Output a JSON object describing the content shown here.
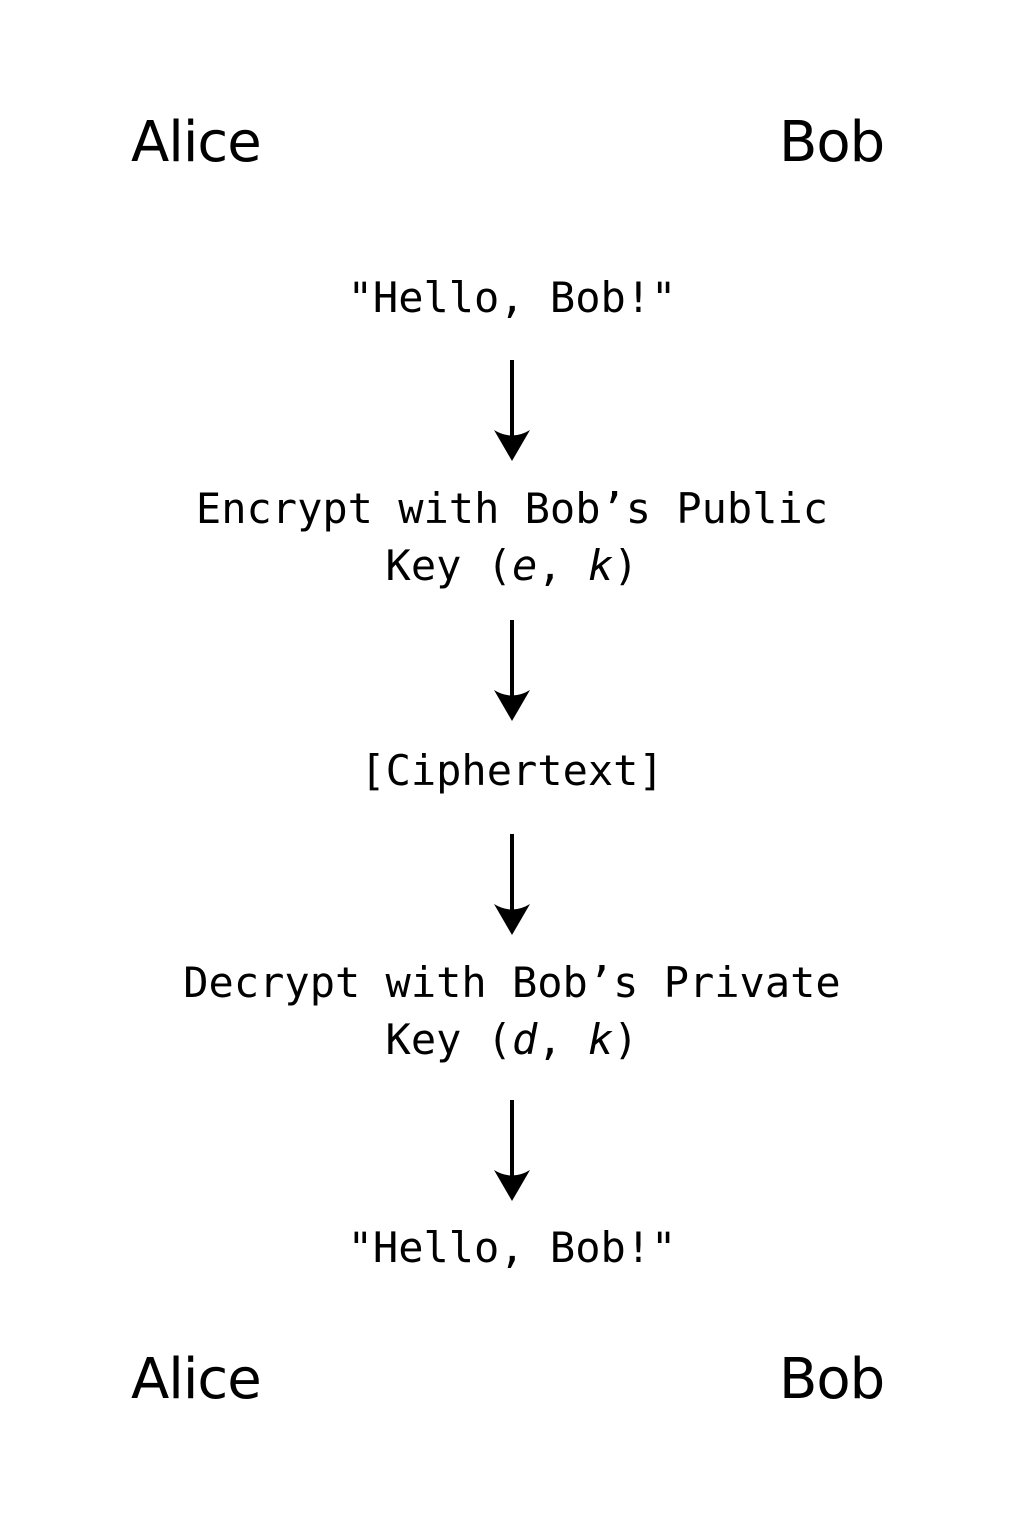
{
  "diagram": {
    "title_semantic": "public-key-encryption-sequence",
    "colors": {
      "background": "#ffffff",
      "text": "#000000",
      "arrow": "#000000"
    },
    "actors": {
      "top_left": "Alice",
      "top_right": "Bob",
      "bottom_left": "Alice",
      "bottom_right": "Bob"
    },
    "flow": {
      "message_initial": "\"Hello, Bob!\"",
      "step_encrypt": {
        "line1": "Encrypt with Bob’s Public",
        "line2_prefix": "Key (",
        "line2_var1": "e",
        "line2_comma": ", ",
        "line2_var2": "k",
        "line2_suffix": ")"
      },
      "ciphertext": "[Ciphertext]",
      "step_decrypt": {
        "line1": "Decrypt with Bob’s Private",
        "line2_prefix": "Key (",
        "line2_var1": "d",
        "line2_comma": ", ",
        "line2_var2": "k",
        "line2_suffix": ")"
      },
      "message_final": "\"Hello, Bob!\"",
      "arrow_icon": "down-arrow"
    }
  }
}
